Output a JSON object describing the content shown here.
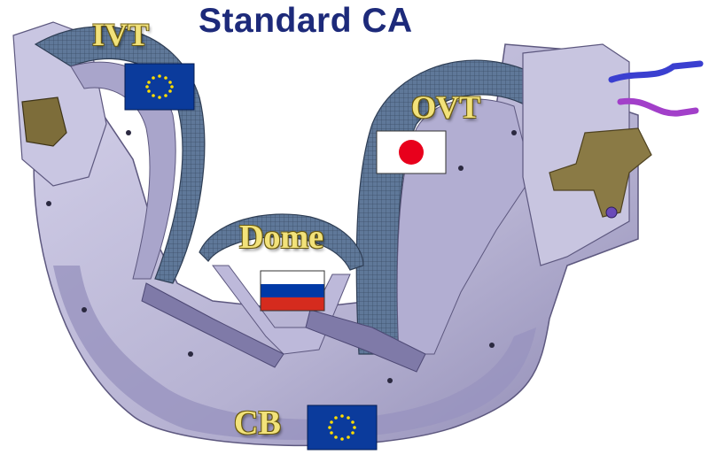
{
  "title": "Standard CA",
  "labels": {
    "ivt": "IVT",
    "ovt": "OVT",
    "dome": "Dome",
    "cb": "CB"
  },
  "flags": {
    "ivt": "eu-flag",
    "ovt": "japan-flag",
    "dome": "russia-flag",
    "cb": "eu-flag"
  },
  "colors": {
    "title": "#1d2a7a",
    "label": "#f2e27a",
    "eu_blue": "#0b3b9c",
    "eu_star": "#ffdd00",
    "japan_red": "#e8001c",
    "russia_blue": "#0039a6",
    "russia_red": "#d52b1e",
    "structure": "#b7b3d3",
    "plasma_tiles": "#5a7393"
  }
}
